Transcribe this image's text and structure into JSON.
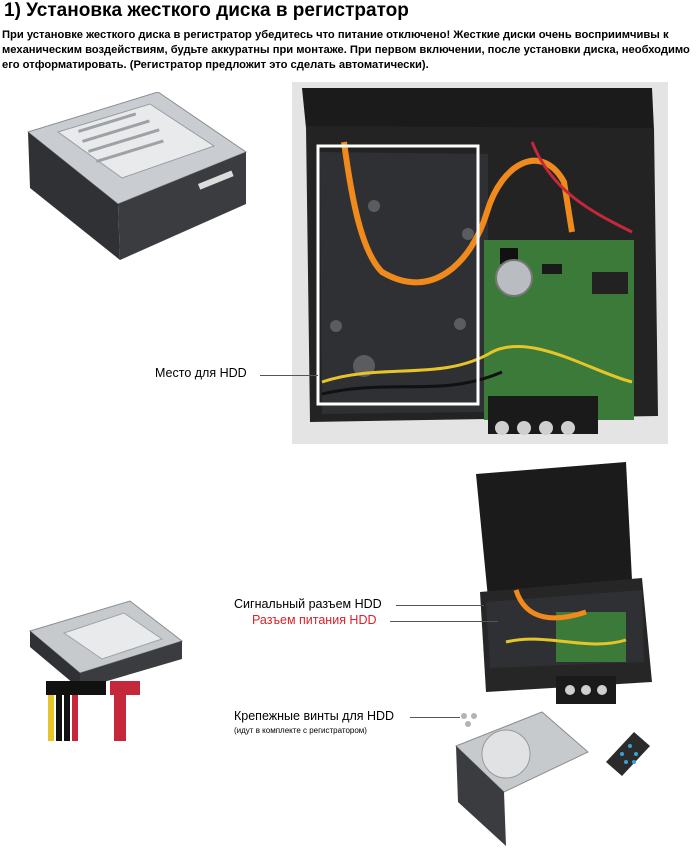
{
  "page": {
    "title": "1) Установка жесткого диска в регистратор",
    "intro": "При установке жесткого диска в регистратор убедитесь что питание отключено! Жесткие диски очень восприимчивы к механическим воздействиям, будьте аккуратны при монтаже. При первом включении, после установки диска, необходимо его отформатировать. (Регистратор предложит это сделать автоматически)."
  },
  "callouts": {
    "hdd_place": "Место для HDD",
    "signal_connector": "Сигнальный разъем HDD",
    "power_connector": "Разъем питания HDD",
    "mount_screws": "Крепежные винты для HDD",
    "mount_screws_note": "(идут в комплекте с регистратором)"
  },
  "colors": {
    "power_label": "#d4232a",
    "sata_cable": "#f08a1c",
    "pcb_green": "#3c7a3a",
    "case_black": "#1b1b1b"
  }
}
